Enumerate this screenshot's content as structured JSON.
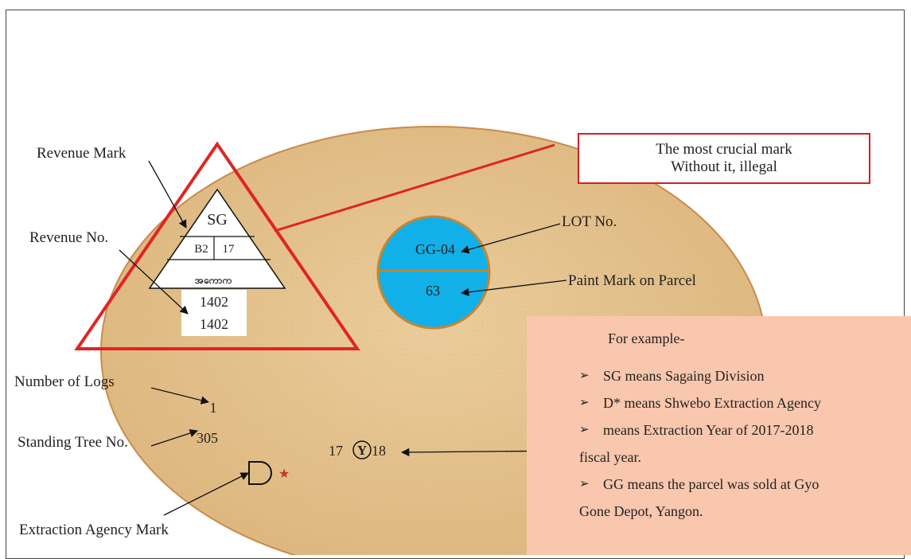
{
  "callout": {
    "line1": "The most crucial mark",
    "line2": "Without it, illegal"
  },
  "revenue_mark": {
    "label": "Revenue Mark",
    "code": "SG",
    "cell_left": "B2",
    "cell_right": "17",
    "script_text": "အကောက"
  },
  "revenue_no": {
    "label": "Revenue No.",
    "values": [
      "1402",
      "1402"
    ]
  },
  "lot": {
    "label": "LOT No.",
    "value": "GG-04"
  },
  "paint_mark": {
    "label": "Paint Mark on Parcel",
    "value": "63"
  },
  "logs": {
    "label": "Number of Logs",
    "value": "1"
  },
  "standing_tree": {
    "label": "Standing Tree No.",
    "value": "305"
  },
  "year_mark": {
    "left": "17",
    "circle": "Y",
    "right": "18"
  },
  "extraction_agency": {
    "label": "Extraction Agency Mark"
  },
  "example": {
    "intro": "For example-",
    "items": [
      {
        "line1": "SG means Sagaing  Division",
        "line2": ""
      },
      {
        "line1": "D*   means Shwebo Extraction Agency",
        "line2": ""
      },
      {
        "line1": " means Extraction Year of 2017-2018",
        "line2": "fiscal year."
      },
      {
        "line1": "GG means the parcel was sold at Gyo",
        "line2": "Gone Depot, Yangon."
      }
    ],
    "bullet": "➢"
  },
  "colors": {
    "log_fill": "#e3c08a",
    "log_stroke": "#c98a4a",
    "triangle_red": "#e02424",
    "lot_blue": "#12b0e8",
    "lot_ring": "#c78530",
    "example_bg": "#f9c7ad",
    "star": "#c0392b"
  }
}
